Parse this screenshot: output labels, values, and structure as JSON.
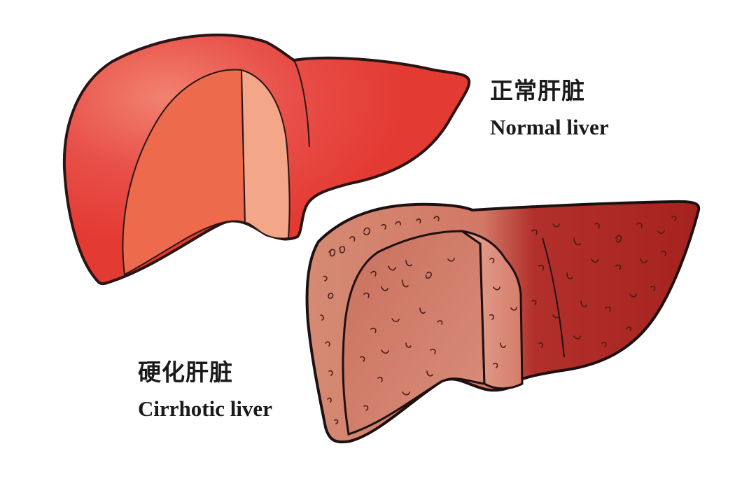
{
  "figure": {
    "background": "#ffffff",
    "normal_liver": {
      "label_zh": "正常肝脏",
      "label_en": "Normal liver",
      "colors": {
        "surface": "#e33a32",
        "cut_face": "#ee6a4c",
        "cut_face_light": "#f4a688",
        "highlight": "#f08070",
        "outline": "#2a1414"
      }
    },
    "cirrhotic_liver": {
      "label_zh": "硬化肝脏",
      "label_en": "Cirrhotic liver",
      "colors": {
        "surface_light": "#d98a72",
        "surface_dark": "#a3201e",
        "cut_face": "#cf7a66",
        "cut_face_light": "#e3a08c",
        "nodule_marks": "#4a1c16",
        "outline": "#1e1010"
      }
    }
  }
}
